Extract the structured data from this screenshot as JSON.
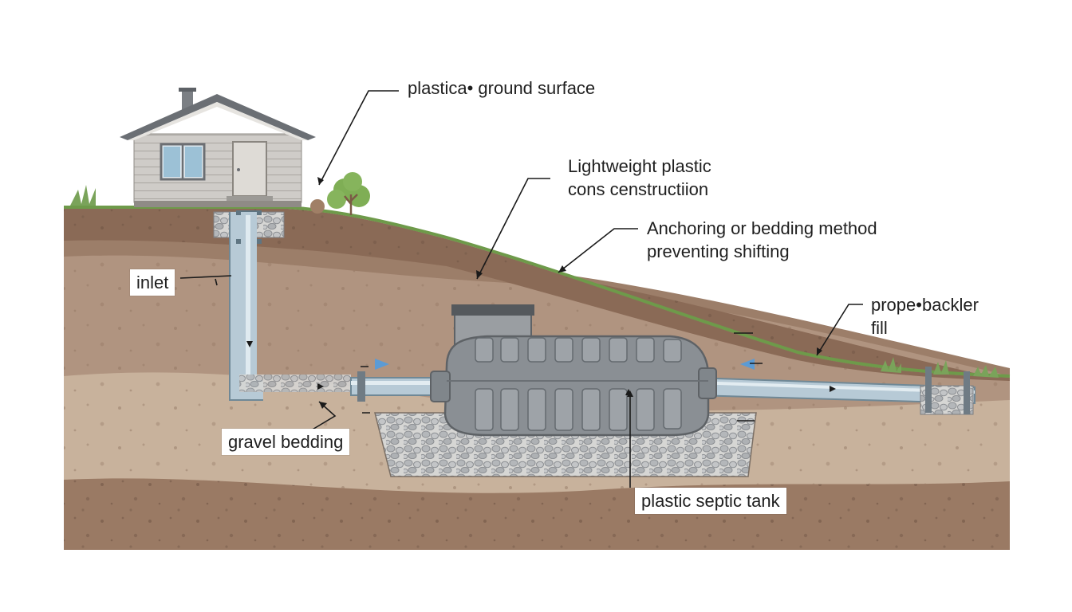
{
  "labels": {
    "ground_surface": "plastica• ground surface",
    "construction_line1": "Lightweight plastic",
    "construction_line2": "cons censtructiion",
    "anchoring_line1": "Anchoring or bedding method",
    "anchoring_line2": "preventing shifting",
    "backfill_line1": "prope•backler",
    "backfill_line2": "fill",
    "inlet": "inlet",
    "gravel_bedding": "gravel bedding",
    "septic_tank": "plastic septic tank"
  },
  "colors": {
    "sky": "#ffffff",
    "topsoil": "#8a6a56",
    "subsoil": "#a68a74",
    "sand_layer": "#c8b29c",
    "deep_soil": "#9a7a64",
    "grass": "#6e9a4a",
    "tank": "#8a8f94",
    "pipe": "#b7cad6",
    "gravel": "#b9bcbf",
    "house_siding": "#c9c6c2",
    "roof": "#6b6f74",
    "flow_arrow": "#5b9bd5"
  },
  "icons": {
    "house": "house-icon",
    "tree": "tree-icon",
    "grass_tuft": "grass-tuft-icon",
    "flow_arrow": "flow-arrow-icon"
  }
}
